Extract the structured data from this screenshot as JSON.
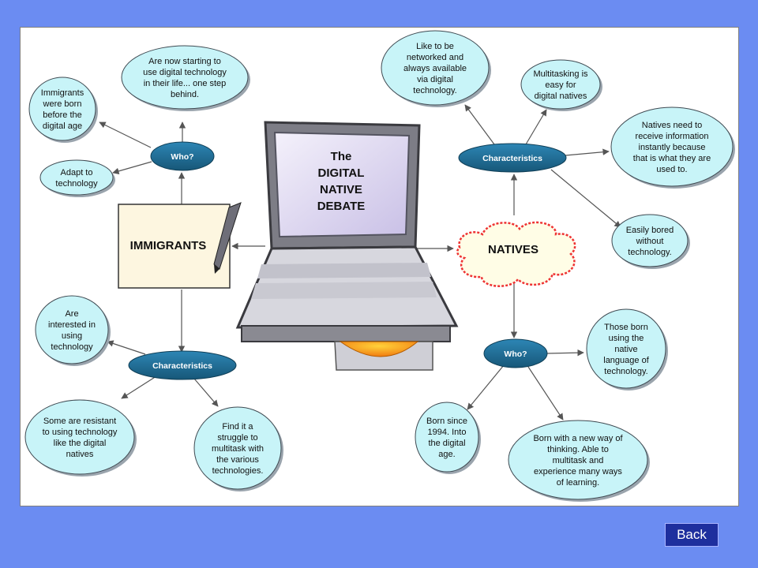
{
  "laptop": {
    "screen_lines": [
      "The",
      "DIGITAL",
      "NATIVE",
      "DEBATE"
    ]
  },
  "immigrants": {
    "label": "IMMIGRANTS",
    "who": {
      "label": "Who?",
      "items": [
        [
          "Are now starting to",
          "use digital technology",
          "in their life... one step",
          "behind."
        ],
        [
          "Immigrants",
          "were born",
          "before the",
          "digital age"
        ],
        [
          "Adapt to",
          "technology"
        ]
      ]
    },
    "characteristics": {
      "label": "Characteristics",
      "items": [
        [
          "Are",
          "interested in",
          "using",
          "technology"
        ],
        [
          "Some are resistant",
          "to using technology",
          "like the digital",
          "natives"
        ],
        [
          "Find it a",
          "struggle to",
          "multitask with",
          "the various",
          "technologies."
        ]
      ]
    }
  },
  "natives": {
    "label": "NATIVES",
    "characteristics": {
      "label": "Characteristics",
      "items": [
        [
          "Like to be",
          "networked and",
          "always available",
          "via digital",
          "technology."
        ],
        [
          "Multitasking is",
          "easy for",
          "digital natives"
        ],
        [
          "Natives need to",
          "receive information",
          "instantly because",
          "that is what they are",
          "used to."
        ],
        [
          "Easily bored",
          "without",
          "technology."
        ]
      ]
    },
    "who": {
      "label": "Who?",
      "items": [
        [
          "Those born",
          "using the",
          "native",
          "language of",
          "technology."
        ],
        [
          "Born since",
          "1994. Into",
          "the digital",
          "age."
        ],
        [
          "Born with a new way of",
          "thinking. Able to",
          "multitask and",
          "experience many ways",
          "of learning."
        ]
      ]
    }
  },
  "nav": {
    "back_label": "Back"
  },
  "colors": {
    "bubble_fill": "#c8f4f8",
    "ellipse_fill": "#1f6f9a",
    "background": "#6b8cf2"
  }
}
